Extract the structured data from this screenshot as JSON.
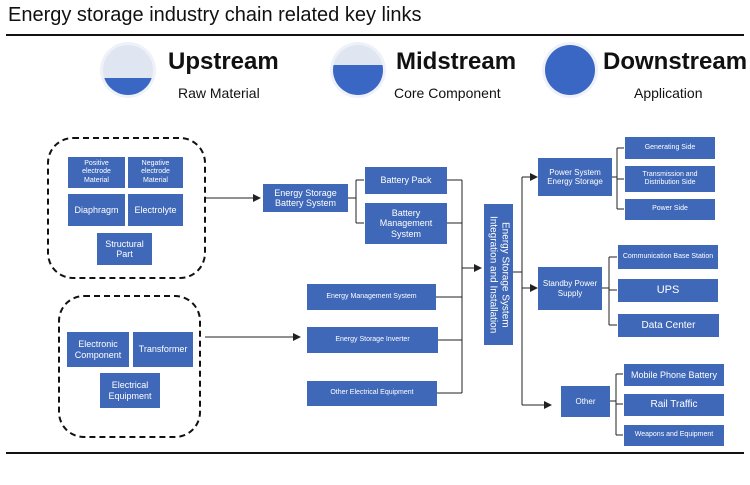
{
  "title": "Energy storage industry chain related key links",
  "stages": [
    {
      "name": "Upstream",
      "sub": "Raw Material",
      "fill_level": 0.35
    },
    {
      "name": "Midstream",
      "sub": "Core Component",
      "fill_level": 0.6
    },
    {
      "name": "Downstream",
      "sub": "Application",
      "fill_level": 1.0
    }
  ],
  "upstream": {
    "group1": [
      "Positive electrode Material",
      "Negative electrode Material",
      "Diaphragm",
      "Electrolyte",
      "Structural Part"
    ],
    "group2": [
      "Electronic Component",
      "Transformer",
      "Electrical Equipment"
    ]
  },
  "midstream": {
    "battery_system": "Energy Storage Battery System",
    "battery_pack": "Battery Pack",
    "bms": "Battery Management System",
    "ems": "Energy Management System",
    "inverter": "Energy Storage Inverter",
    "other_equipment": "Other Electrical Equipment",
    "integration": "Energy Storage System Integration and Installation"
  },
  "downstream": {
    "power_system": "Power System Energy Storage",
    "power_children": [
      "Generating Side",
      "Transmission and Distribution Side",
      "Power Side"
    ],
    "standby": "Standby Power Supply",
    "standby_children": [
      "Communication Base Station",
      "UPS",
      "Data Center"
    ],
    "other": "Other",
    "other_children": [
      "Mobile Phone Battery",
      "Rail Traffic",
      "Weapons and Equipment"
    ]
  },
  "colors": {
    "box": "#3f68b8",
    "circle_fill": "#3b67c4",
    "circle_bg": "#dfe6f1",
    "line": "#222222"
  }
}
